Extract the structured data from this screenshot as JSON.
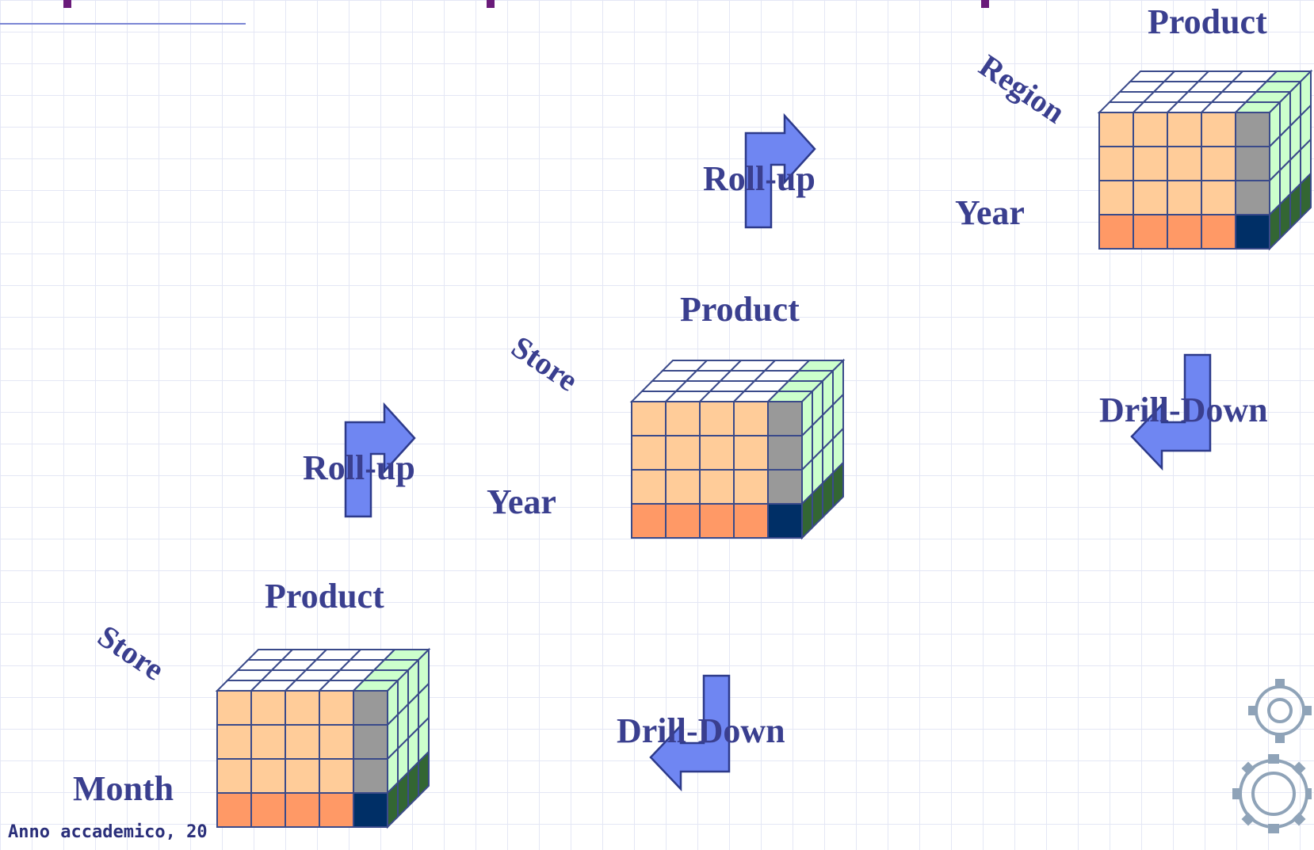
{
  "colors": {
    "label": "#3a3f8f",
    "arrow_fill": "#6f86f2",
    "arrow_stroke": "#2d3a8a",
    "cube_front": "#ffcc99",
    "cube_front_bottom": "#ff9966",
    "cube_side": "#999999",
    "cube_side_top": "#ccffcc",
    "cube_side_dark": "#336633",
    "cube_corner": "#002f66"
  },
  "cubes": {
    "top": {
      "product_label": "Product",
      "depth_label": "Region",
      "row_label": "Year"
    },
    "middle": {
      "product_label": "Product",
      "depth_label": "Store",
      "row_label": "Year"
    },
    "bottom": {
      "product_label": "Product",
      "depth_label": "Store",
      "row_label": "Month"
    }
  },
  "operations": {
    "rollup_upper": "Roll-up",
    "rollup_lower": "Roll-up",
    "drilldown_upper": "Drill-Down",
    "drilldown_lower": "Drill-Down"
  },
  "footer": {
    "text": "Anno accademico, 20"
  },
  "icons": {
    "logo": "gear-seal-icon",
    "rollup_arrow": "turn-right-arrow-icon",
    "drilldown_arrow": "turn-left-down-arrow-icon"
  }
}
